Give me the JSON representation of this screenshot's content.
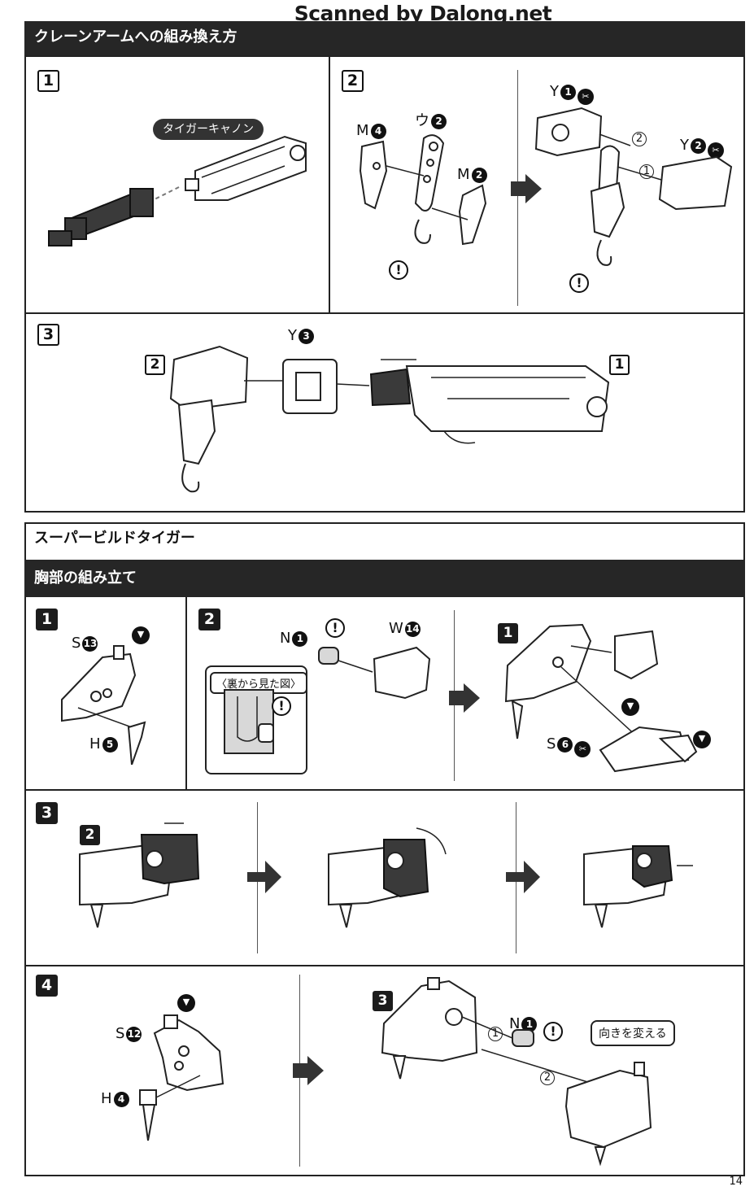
{
  "watermark": "Scanned by Dalong.net",
  "section1": {
    "title": "クレーンアームへの組み換え方",
    "step1": {
      "num": "1",
      "pill_label": "タイガーキャノン"
    },
    "step2": {
      "num": "2",
      "parts": {
        "m4": {
          "letter": "M",
          "num": "4"
        },
        "u2": {
          "letter": "ウ",
          "num": "2"
        },
        "m2": {
          "letter": "M",
          "num": "2"
        },
        "y1": {
          "letter": "Y",
          "num": "1"
        },
        "y2": {
          "letter": "Y",
          "num": "2"
        }
      },
      "order_1": "1",
      "order_2": "2"
    },
    "step3": {
      "num": "3",
      "ref_2": "2",
      "ref_1": "1",
      "y3": {
        "letter": "Y",
        "num": "3"
      }
    }
  },
  "section2": {
    "title": "スーパービルドタイガー",
    "subtitle": "胸部の組み立て",
    "step1": {
      "num": "1",
      "s13": {
        "letter": "S",
        "num": "13"
      },
      "h5": {
        "letter": "H",
        "num": "5"
      }
    },
    "step2": {
      "num": "2",
      "n1": {
        "letter": "N",
        "num": "1"
      },
      "w14": {
        "letter": "W",
        "num": "14"
      },
      "callout": "〈裏から見た図〉",
      "ref_1": "1",
      "s6": {
        "letter": "S",
        "num": "6"
      }
    },
    "step3": {
      "num": "3",
      "ref_2": "2"
    },
    "step4": {
      "num": "4",
      "s12": {
        "letter": "S",
        "num": "12"
      },
      "h4": {
        "letter": "H",
        "num": "4"
      },
      "ref_3": "3",
      "n1": {
        "letter": "N",
        "num": "1"
      },
      "order_1": "1",
      "order_2": "2",
      "callout": "向きを変える"
    }
  },
  "warning_symbol": "!",
  "page_number": "14"
}
